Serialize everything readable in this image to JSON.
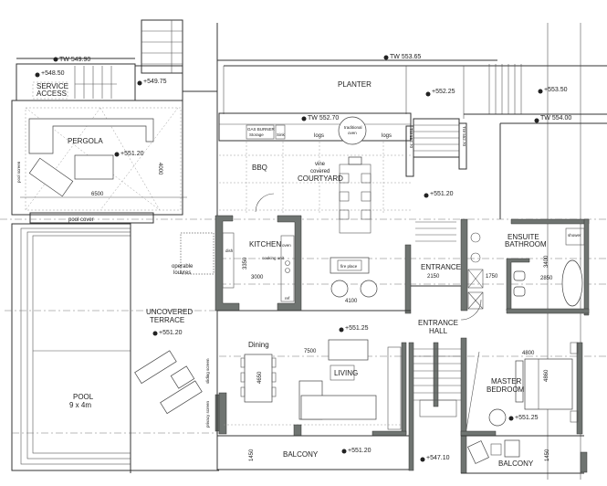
{
  "plan": {
    "rooms": {
      "service_access": [
        "SERVICE",
        "ACCESS"
      ],
      "pergola": "PERGOLA",
      "pool_cover": "pool cover",
      "pool": [
        "POOL",
        "9 x 4m"
      ],
      "uncovered_terrace": [
        "UNCOVERED",
        "TERRACE"
      ],
      "planter": "PLANTER",
      "bbq": "BBQ",
      "courtyard": [
        "vine",
        "covered",
        "COURTYARD"
      ],
      "kitchen": "KITCHEN",
      "operable_louvres": [
        "operable",
        "louvres"
      ],
      "entrance": "ENTRANCE",
      "entrance_hall": [
        "ENTRANCE",
        "HALL"
      ],
      "ensuite_bathroom": [
        "ENSUITE",
        "BATHROOM"
      ],
      "dining": "Dining",
      "living": "LIVING",
      "master_bedroom": [
        "MASTER",
        "BEDROOM"
      ],
      "balcony_left": "BALCONY",
      "balcony_right": "BALCONY"
    },
    "fixtures": {
      "logs_left": "logs",
      "logs_right": "logs",
      "traditional_oven": [
        "traditional",
        "oven"
      ],
      "gas_burner": [
        "GAS BURNER",
        "Storage"
      ],
      "sink": "Sink",
      "fire_place": "fire place",
      "dishwasher": "dish",
      "ref": "ref",
      "oven": "oven",
      "cooking_unit": "cooking unit",
      "shower": "shower"
    },
    "levels": {
      "tw_549_90": "TW 549.90",
      "l_548_50": "+548.50",
      "l_549_75": "+549.75",
      "pergola": "+551.20",
      "tw_553_65": "TW 553.65",
      "l_552_25": "+552.25",
      "l_553_50": "+553.50",
      "tw_552_70": "TW 552.70",
      "tw_554_00": "TW 554.00",
      "tw_552_70_v1": "TW 552.70",
      "tw_552_70_v2": "TW 552.70",
      "l_551_20_entry": "+551.20",
      "terrace": "+551.20",
      "living": "+551.25",
      "balcony": "+551.20",
      "l_547_10": "+547.10",
      "bedroom": "+551.25"
    },
    "dimensions": {
      "pergola_width": "6500",
      "pergola_depth": "4000",
      "kitchen_width": "3000",
      "kitchen_depth": "3350",
      "courtyard_width": "4100",
      "entrance_width": "2150",
      "bath_1750": "1750",
      "bath_2850": "2850",
      "bath_3400": "3400",
      "living_width": "7500",
      "dining_depth": "4650",
      "bedroom_width": "4800",
      "bedroom_depth": "4860",
      "balcony_left_depth": "1450",
      "balcony_right_depth": "1450"
    },
    "notes": {
      "pool_screen": "pool screen",
      "privacy_screen": "privacy screen",
      "sliding_screen": "sliding screen"
    }
  }
}
